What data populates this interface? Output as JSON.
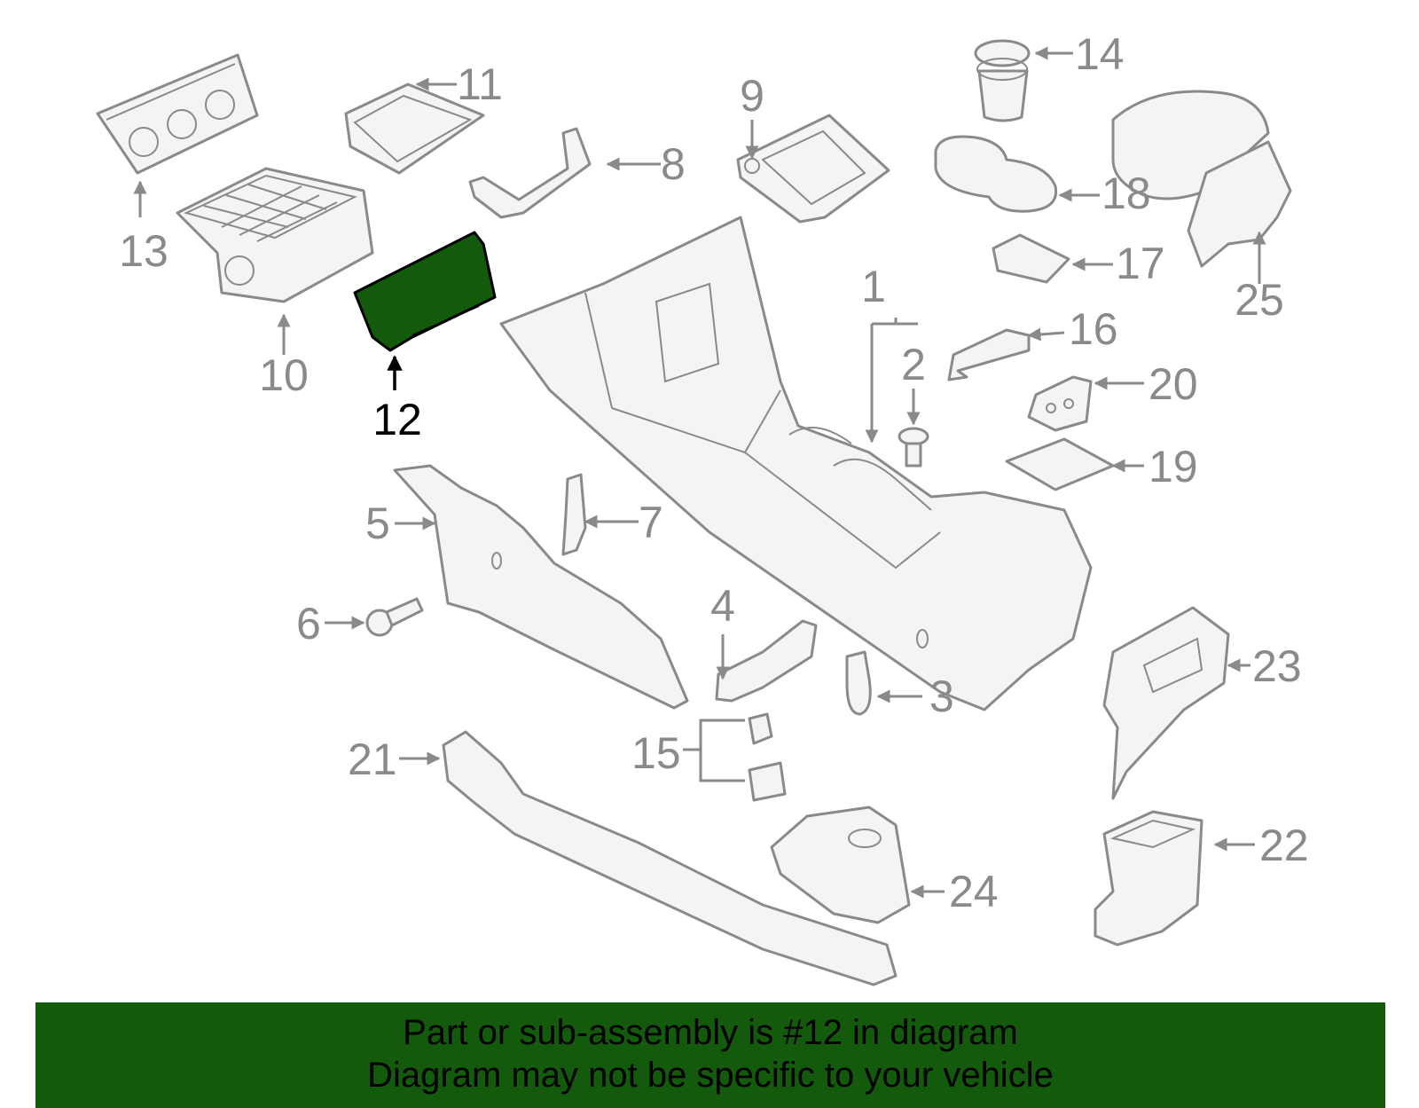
{
  "colors": {
    "highlight": "#145a0c",
    "banner": "#145a0c",
    "line": "#8a8a8a",
    "highlight_text": "#000000"
  },
  "callouts": {
    "c1": "1",
    "c2": "2",
    "c3": "3",
    "c4": "4",
    "c5": "5",
    "c6": "6",
    "c7": "7",
    "c8": "8",
    "c9": "9",
    "c10": "10",
    "c11": "11",
    "c12": "12",
    "c13": "13",
    "c14": "14",
    "c15": "15",
    "c16": "16",
    "c17": "17",
    "c18": "18",
    "c19": "19",
    "c20": "20",
    "c21": "21",
    "c22": "22",
    "c23": "23",
    "c24": "24",
    "c25": "25"
  },
  "banner": {
    "line1": "Part or sub-assembly is #12 in diagram",
    "line2": "Diagram may not be specific to your vehicle"
  }
}
